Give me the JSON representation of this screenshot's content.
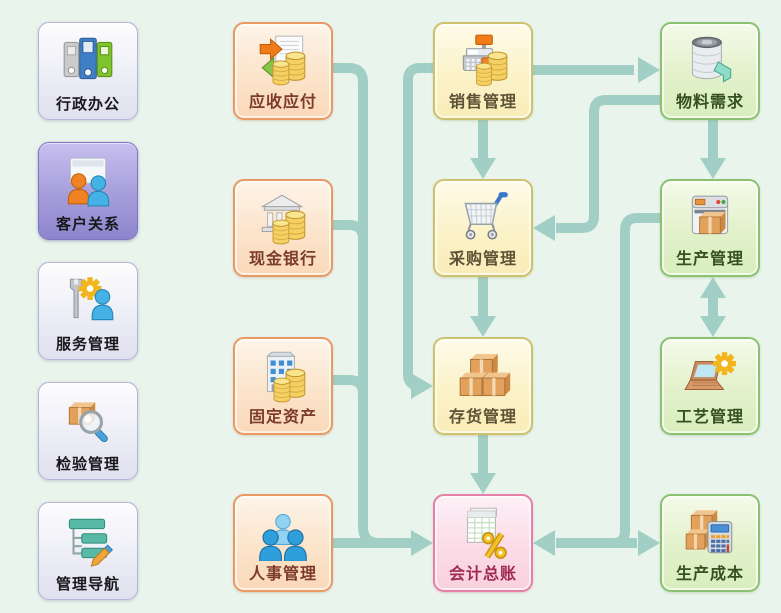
{
  "palette": {
    "background": "#e9f4ec",
    "connector": "#a2cfc5",
    "sidebar_selected": "#9b92d2",
    "finance_box_border": "#e99a62",
    "business_box_border": "#cdc26d",
    "ledger_box_border": "#e77fa9",
    "production_box_border": "#8bc271"
  },
  "sidebar": {
    "items": [
      {
        "label": "行政办公",
        "icon": "folders-icon",
        "selected": false
      },
      {
        "label": "客户关系",
        "icon": "two-people-board-icon",
        "selected": true
      },
      {
        "label": "服务管理",
        "icon": "wrench-gear-person-icon",
        "selected": false
      },
      {
        "label": "检验管理",
        "icon": "box-magnifier-icon",
        "selected": false
      },
      {
        "label": "管理导航",
        "icon": "flowchart-pencil-icon",
        "selected": false
      }
    ]
  },
  "modules": {
    "finance": [
      {
        "label": "应收应付",
        "icon": "arrows-coins-document-icon"
      },
      {
        "label": "现金银行",
        "icon": "bank-coins-icon"
      },
      {
        "label": "固定资产",
        "icon": "building-coins-icon"
      },
      {
        "label": "人事管理",
        "icon": "three-people-icon"
      }
    ],
    "business": [
      {
        "label": "销售管理",
        "icon": "cash-register-coins-icon"
      },
      {
        "label": "采购管理",
        "icon": "shopping-cart-icon"
      },
      {
        "label": "存货管理",
        "icon": "stacked-boxes-icon"
      },
      {
        "label": "会计总账",
        "icon": "ledger-percent-icon"
      }
    ],
    "production": [
      {
        "label": "物料需求",
        "icon": "material-drum-icon"
      },
      {
        "label": "生产管理",
        "icon": "machine-box-icon"
      },
      {
        "label": "工艺管理",
        "icon": "laptop-gear-icon"
      },
      {
        "label": "生产成本",
        "icon": "boxes-calculator-icon"
      }
    ]
  },
  "flows": [
    {
      "from": "应收应付",
      "to": "会计总账",
      "bidirectional": false
    },
    {
      "from": "现金银行",
      "to": "会计总账",
      "bidirectional": false
    },
    {
      "from": "固定资产",
      "to": "会计总账",
      "bidirectional": false
    },
    {
      "from": "人事管理",
      "to": "会计总账",
      "bidirectional": false
    },
    {
      "from": "销售管理",
      "to": "物料需求",
      "bidirectional": false
    },
    {
      "from": "销售管理",
      "to": "采购管理",
      "bidirectional": false
    },
    {
      "from": "销售管理",
      "to": "存货管理",
      "bidirectional": false
    },
    {
      "from": "物料需求",
      "to": "采购管理",
      "bidirectional": false
    },
    {
      "from": "物料需求",
      "to": "生产管理",
      "bidirectional": false
    },
    {
      "from": "采购管理",
      "to": "存货管理",
      "bidirectional": false
    },
    {
      "from": "存货管理",
      "to": "会计总账",
      "bidirectional": false
    },
    {
      "from": "生产管理",
      "to": "工艺管理",
      "bidirectional": true
    },
    {
      "from": "生产管理",
      "to": "会计总账",
      "bidirectional": false
    },
    {
      "from": "生产管理",
      "to": "生产成本",
      "bidirectional": false
    },
    {
      "from": "会计总账",
      "to": "生产成本",
      "bidirectional": true
    }
  ]
}
